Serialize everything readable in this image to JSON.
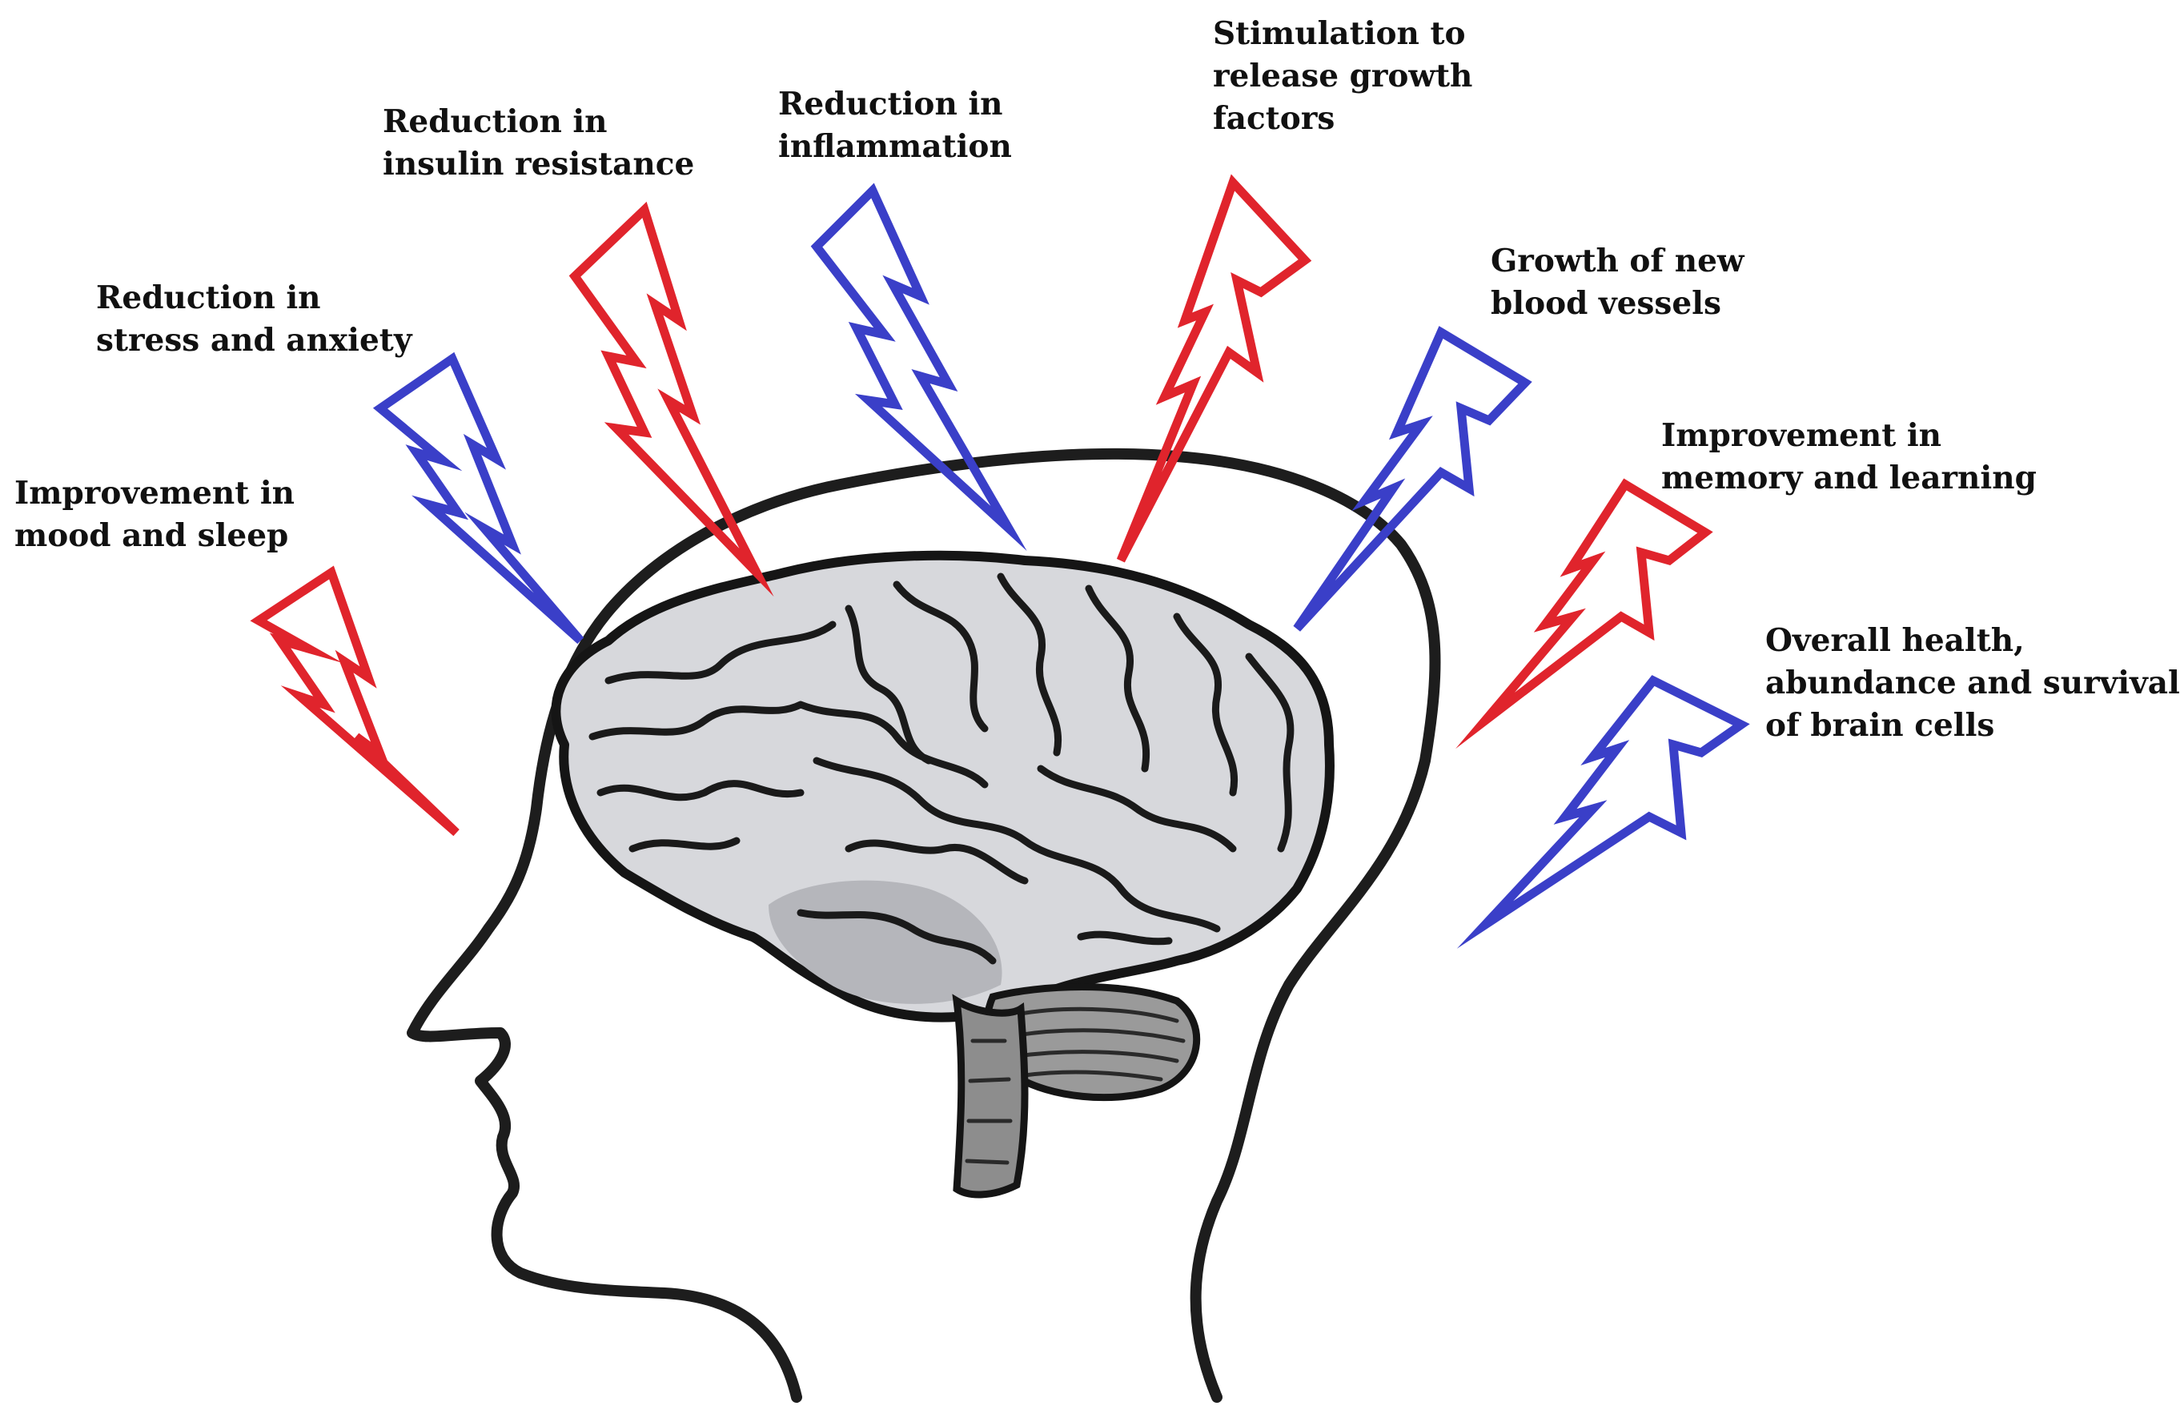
{
  "labels": {
    "mood_sleep": [
      "Improvement in",
      "mood and sleep"
    ],
    "stress_anxiety": [
      "Reduction in",
      "stress and anxiety"
    ],
    "insulin": [
      "Reduction in",
      "insulin resistance"
    ],
    "inflammation": [
      "Reduction in",
      "inflammation"
    ],
    "growth_factors": [
      "Stimulation to",
      "release growth",
      "factors"
    ],
    "blood_vessels": [
      "Growth of new",
      "blood vessels"
    ],
    "memory_learning": [
      "Improvement in",
      "memory and learning"
    ],
    "brain_cells": [
      "Overall health,",
      "abundance and survival",
      "of brain cells"
    ]
  },
  "colors": {
    "bolt_red": "#e0242c",
    "bolt_blue": "#3a3fc8",
    "outline": "#1d1d1d",
    "brain_fill": "#d7d8dc",
    "cerebellum_fill": "#9a9a9a"
  },
  "bolts": [
    {
      "name": "bolt-mood-sleep",
      "color": "red"
    },
    {
      "name": "bolt-stress-anxiety",
      "color": "blue"
    },
    {
      "name": "bolt-insulin-resistance",
      "color": "red"
    },
    {
      "name": "bolt-inflammation",
      "color": "blue"
    },
    {
      "name": "bolt-growth-factors",
      "color": "red"
    },
    {
      "name": "bolt-blood-vessels",
      "color": "blue"
    },
    {
      "name": "bolt-memory-learning",
      "color": "red"
    },
    {
      "name": "bolt-brain-cells",
      "color": "blue"
    }
  ]
}
